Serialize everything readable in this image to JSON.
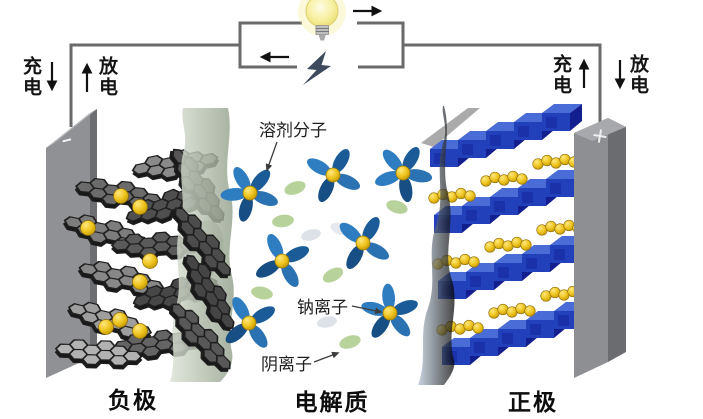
{
  "figure": {
    "electrodes": {
      "anode_label": "负极",
      "electrolyte_label": "电解质",
      "cathode_label": "正极",
      "negative_sign": "−",
      "positive_sign": "+"
    },
    "circuit": {
      "left": {
        "charge": "充电",
        "discharge": "放电"
      },
      "right": {
        "charge": "充电",
        "discharge": "放电"
      }
    },
    "annotations": {
      "solvent_molecule": "溶剂分子",
      "sodium_ion": "钠离子",
      "anion": "阴离子"
    },
    "colors": {
      "sodium_ion_yellow": "#e8c21d",
      "solvent_petal_blue": "#2470b4",
      "anion_green": "#b7d39b",
      "cathode_crystal_blue": "#2340bb",
      "graphite_gray": "#6b6b6b",
      "collector_gray": "#909195",
      "separator_left_green": "#a9b5a0",
      "separator_right_blue": "#7f99ae",
      "wire_gray": "#6a6a6a",
      "bulb_yellow": "#f4efa0",
      "bolt_navy": "#3e4a5e"
    }
  }
}
